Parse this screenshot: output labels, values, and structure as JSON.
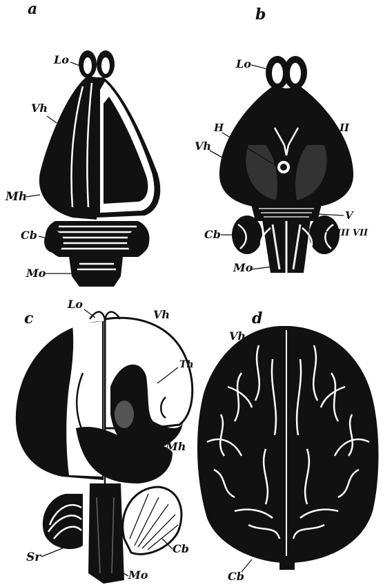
{
  "panels": {
    "a": {
      "letter": "a",
      "labels": {
        "lo": "Lo",
        "vh": "Vh",
        "mh": "Mh",
        "cb": "Cb",
        "mo": "Mo"
      }
    },
    "b": {
      "letter": "b",
      "labels": {
        "lo": "Lo",
        "h": "H",
        "ii": "II",
        "vh": "Vh",
        "v": "V",
        "cb": "Cb",
        "viii_vii": "VIII VII",
        "mo": "Mo"
      }
    },
    "c": {
      "letter": "c",
      "labels": {
        "lo": "Lo",
        "vh": "Vh",
        "th": "Th",
        "mh": "Mh",
        "sr": "Sr",
        "cb": "Cb",
        "mo": "Mo"
      }
    },
    "d": {
      "letter": "d",
      "labels": {
        "vh": "Vh",
        "cb": "Cb"
      }
    }
  }
}
